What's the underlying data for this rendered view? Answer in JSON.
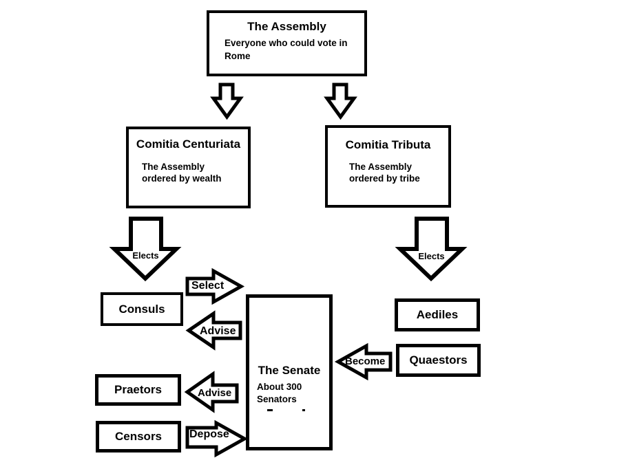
{
  "colors": {
    "ink": "#000000",
    "paper": "#ffffff"
  },
  "nodes": {
    "assembly": {
      "title": "The Assembly",
      "subtitle": "Everyone who could vote in Rome"
    },
    "comitia_centuriata": {
      "title": "Comitia Centuriata",
      "lines": [
        "The Assembly",
        "ordered by wealth"
      ]
    },
    "comitia_tributa": {
      "title": "Comitia Tributa",
      "lines": [
        "The Assembly",
        "ordered by tribe"
      ]
    },
    "consuls": {
      "label": "Consuls"
    },
    "senate": {
      "title": "The Senate",
      "lines": [
        "About 300",
        "Senators"
      ]
    },
    "aediles": {
      "label": "Aediles"
    },
    "quaestors": {
      "label": "Quaestors"
    },
    "praetors": {
      "label": "Praetors"
    },
    "censors": {
      "label": "Censors"
    }
  },
  "arrow_labels": {
    "elects_left": "Elects",
    "elects_right": "Elects",
    "select": "Select",
    "advise_consuls": "Advise",
    "become": "Become",
    "advise_praetors": "Advise",
    "depose": "Depose"
  }
}
